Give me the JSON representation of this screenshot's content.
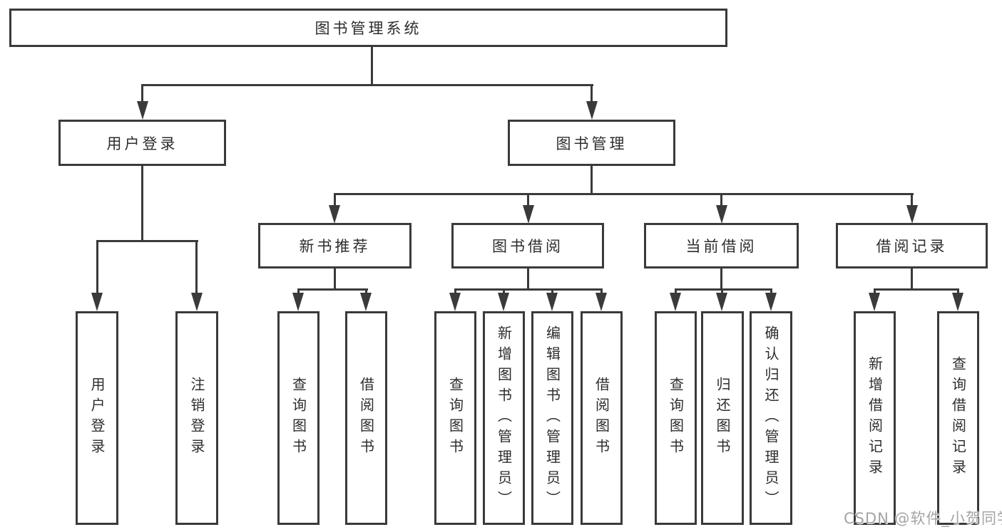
{
  "tree": {
    "root": "图书管理系统",
    "branches": [
      {
        "label": "用户登录",
        "children": [
          "用户登录",
          "注销登录"
        ]
      },
      {
        "label": "图书管理",
        "groups": [
          {
            "label": "新书推荐",
            "children": [
              "查询图书",
              "借阅图书"
            ]
          },
          {
            "label": "图书借阅",
            "children": [
              "查询图书",
              "新增图书（管理员）",
              "编辑图书（管理员）",
              "借阅图书"
            ]
          },
          {
            "label": "当前借阅",
            "children": [
              "查询图书",
              "归还图书",
              "确认归还（管理员）"
            ]
          },
          {
            "label": "借阅记录",
            "children": [
              "新增借阅记录",
              "查询借阅记录"
            ]
          }
        ]
      }
    ]
  },
  "watermark": "CSDN @软件_小贺同学",
  "colors": {
    "line": "#3a3a3a",
    "text": "#2d2d2d",
    "watermark": "#a4a4a4",
    "background": "#ffffff"
  }
}
